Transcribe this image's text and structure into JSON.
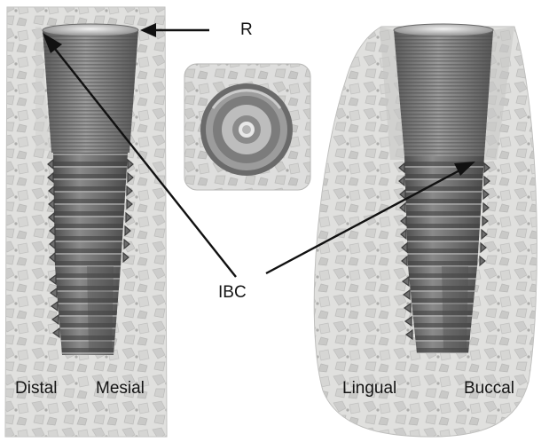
{
  "labels": {
    "r": "R",
    "ibc": "IBC",
    "distal": "Distal",
    "mesial": "Mesial",
    "lingual": "Lingual",
    "buccal": "Buccal"
  },
  "colors": {
    "bone_fill": "#d6d6d4",
    "bone_edge": "#a9a9a7",
    "implant_dark": "#5b5b5b",
    "implant_mid": "#777777",
    "implant_light": "#9a9a9a",
    "arrow": "#111111"
  },
  "icons": {
    "top_view": "implant-top-view-icon"
  }
}
